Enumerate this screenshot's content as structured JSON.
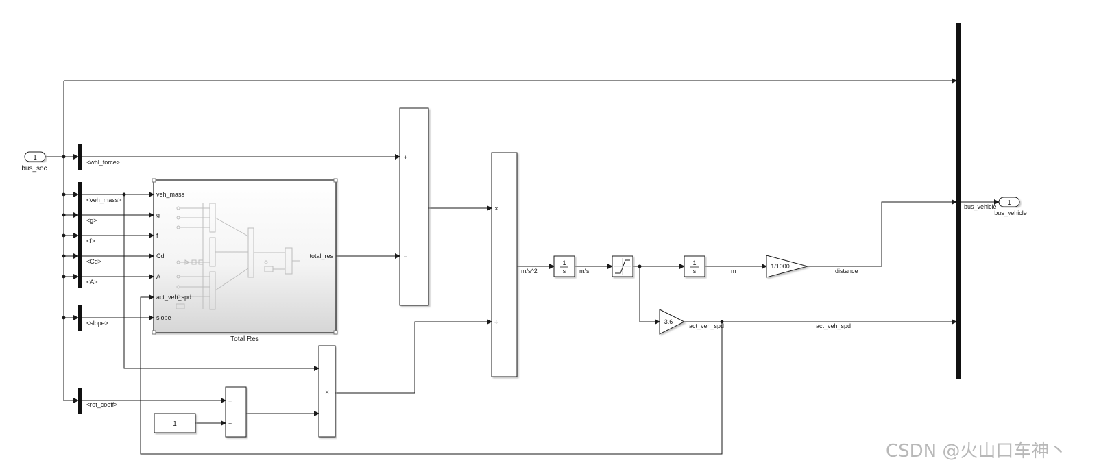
{
  "diagram": {
    "inport": {
      "number": "1",
      "name": "bus_soc"
    },
    "outport": {
      "number": "1",
      "name": "bus_vehicle"
    },
    "selectors": {
      "whl_force": "<whl_force>",
      "veh_mass": "<veh_mass>",
      "g": "<g>",
      "f": "<f>",
      "cd": "<Cd>",
      "a": "<A>",
      "slope": "<slope>",
      "rot_coeff": "<rot_coeff>"
    },
    "subsystem": {
      "name": "Total Res",
      "inputs": [
        "veh_mass",
        "g",
        "f",
        "Cd",
        "A",
        "act_veh_spd",
        "slope"
      ],
      "output": "total_res"
    },
    "sum1": {
      "signs": [
        "+",
        "−"
      ]
    },
    "product_main": {
      "signs": [
        "×",
        "÷"
      ]
    },
    "product_mass": {
      "sign": "×"
    },
    "sum2": {
      "signs": [
        "+",
        "+"
      ]
    },
    "constant": {
      "value": "1"
    },
    "integrator1": {
      "num": "1",
      "den": "s"
    },
    "integrator2": {
      "num": "1",
      "den": "s"
    },
    "gain_kmh": {
      "value": "3.6"
    },
    "gain_km": {
      "value": "1/1000"
    },
    "signals": {
      "accel": "m/s^2",
      "vel": "m/s",
      "dist_m": "m",
      "distance": "distance",
      "act_veh_spd_1": "act_veh_spd",
      "act_veh_spd_2": "act_veh_spd",
      "bus_vehicle": "bus_vehicle"
    },
    "watermark": "CSDN @火山口车神丶"
  }
}
